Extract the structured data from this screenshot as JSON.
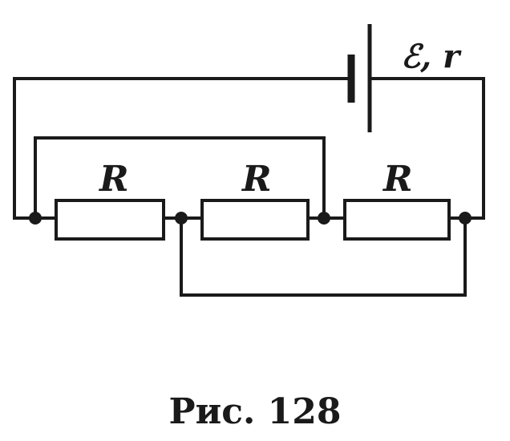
{
  "diagram": {
    "battery_label": "ℰ, r",
    "resistors": [
      {
        "label": "R"
      },
      {
        "label": "R"
      },
      {
        "label": "R"
      }
    ],
    "caption": "Рис. 128",
    "colors": {
      "ink": "#1a1a1a",
      "background": "#ffffff"
    }
  }
}
